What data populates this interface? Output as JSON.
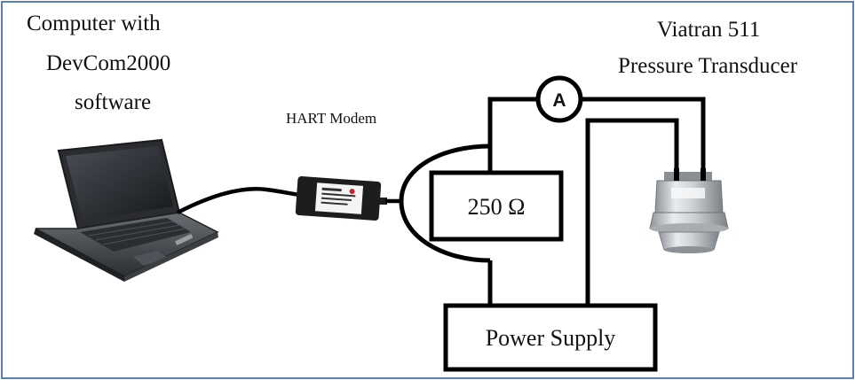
{
  "labels": {
    "computer_line1": "Computer with",
    "computer_line2": "DevCom2000",
    "computer_line3": "software",
    "modem": "HART Modem",
    "transducer_line1": "Viatran 511",
    "transducer_line2": "Pressure Transducer",
    "resistor": "250 Ω",
    "power_supply": "Power Supply",
    "ammeter": "A"
  },
  "colors": {
    "frame": "#5b7fb8",
    "wire": "#000000",
    "laptop_body": "#3a3d42",
    "transducer_metal": "#bfc3c7"
  }
}
